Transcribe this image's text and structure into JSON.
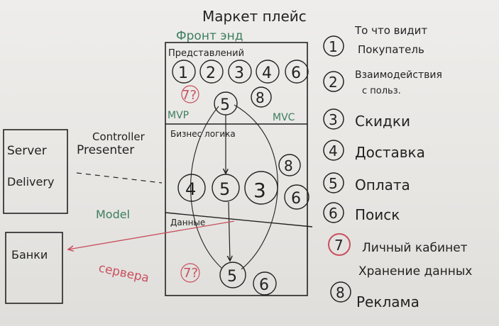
{
  "title": "Маркет плейс",
  "front_label": "Фронт энд",
  "layers": {
    "presentation": "Представлений",
    "business": "Бизнес логика",
    "data": "Данные"
  },
  "presentation_numbers": [
    "1",
    "2",
    "3",
    "4",
    "6"
  ],
  "presentation_row2": {
    "q": "7?",
    "five": "5",
    "eight": "8"
  },
  "business_numbers": {
    "four": "4",
    "five": "5",
    "three": "3",
    "eight": "8",
    "six": "6"
  },
  "data_numbers": {
    "q": "7?",
    "five": "5",
    "six": "6"
  },
  "patterns": {
    "mvp": "MVP",
    "mvc": "MVC",
    "controller": "Controller",
    "presenter": "Presenter",
    "model": "Model"
  },
  "server_box": {
    "line1": "Server",
    "line2": "Delivery"
  },
  "bank_box": {
    "label": "Банки"
  },
  "servers_label": "сервера",
  "legend": [
    {
      "num": "1",
      "text1": "То что видит",
      "text2": "Покупатель"
    },
    {
      "num": "2",
      "text1": "Взаимодействия",
      "text2": "с польз."
    },
    {
      "num": "3",
      "text1": "Скидки",
      "text2": ""
    },
    {
      "num": "4",
      "text1": "Доставка",
      "text2": ""
    },
    {
      "num": "5",
      "text1": "Оплата",
      "text2": ""
    },
    {
      "num": "6",
      "text1": "Поиск",
      "text2": ""
    },
    {
      "num": "7",
      "text1": "Личный кабинет",
      "text2": "Хранение данных"
    },
    {
      "num": "8",
      "text1": "Реклама",
      "text2": ""
    }
  ],
  "colors": {
    "marker_black": "#222222",
    "marker_green": "#3d7d5e",
    "marker_red": "#c8505e"
  }
}
